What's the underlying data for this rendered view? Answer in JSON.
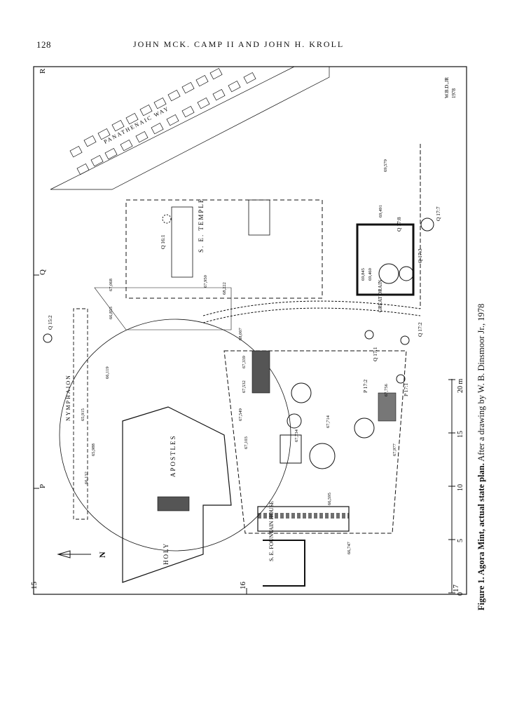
{
  "header": {
    "page_number": "128",
    "running_head": "JOHN MCK. CAMP II AND JOHN H. KROLL"
  },
  "caption": {
    "label": "Figure 1. Agora Mint, actual state plan.",
    "text": " After a drawing by W. B. Dinsmoor Jr., 1978"
  },
  "plan": {
    "signature": [
      "W.B.D.,JR",
      "1978"
    ],
    "grid_letters": [
      "R",
      "Q",
      "P"
    ],
    "grid_numbers": [
      "15",
      "16",
      "17"
    ],
    "grid_points": [
      "Q 15:2",
      "Q 16:1",
      "Q 17:1",
      "Q 17:2",
      "Q 17:3",
      "Q 17:7",
      "Q 17:8",
      "P 17:1",
      "P 17:2"
    ],
    "monuments": [
      "PANATHENAIC WAY",
      "S. E. TEMPLE",
      "NYMPHAION",
      "HOLY",
      "APOSTLES",
      "S. E. FOUNTAIN HOUSE",
      "GREAT DRAIN"
    ],
    "inventory": [
      "69,579",
      "69,491",
      "69,845",
      "69,460",
      "67,068",
      "67,950",
      "68,222",
      "66,853",
      "66,119",
      "65,915",
      "65,988",
      "66,132",
      "68,007",
      "67,339",
      "67,532",
      "67,549",
      "67,103",
      "67,734",
      "67,714",
      "67,756",
      "67,977",
      "66,595",
      "66,747"
    ],
    "scale": [
      "0",
      "5",
      "10",
      "15",
      "20 m"
    ],
    "north": "N"
  }
}
